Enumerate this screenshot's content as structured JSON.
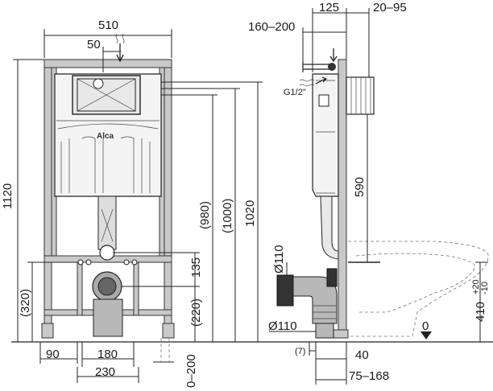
{
  "brand": "Alca",
  "front_view": {
    "dims": {
      "width_total": "510",
      "inlet_offset": "50",
      "height_total": "1120",
      "h_980": "(980)",
      "h_1000": "(1000)",
      "h_1020": "1020",
      "h_135": "135",
      "h_320": "(320)",
      "h_220": "(220)",
      "foot_90": "90",
      "w_180": "180",
      "w_230": "230",
      "floor_0_200": "0–200"
    }
  },
  "side_view": {
    "dims": {
      "d_125": "125",
      "d_20_95": "20–95",
      "d_160_200": "160–200",
      "thread": "G1/2\"",
      "h_590": "590",
      "dia_110_top": "Ø110",
      "dia_110_bottom": "Ø110",
      "d_7": "(7)",
      "d_40": "40",
      "d_75_168": "75–168",
      "floor_zero": "0",
      "h_410": "410",
      "tol_plus": "+20",
      "tol_minus": "-10"
    }
  }
}
